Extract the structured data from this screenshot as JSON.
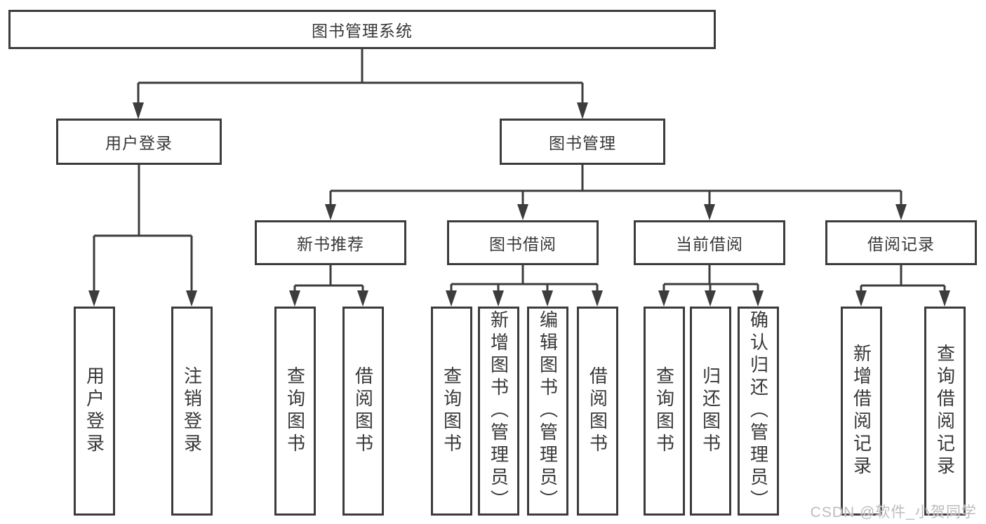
{
  "colors": {
    "line": "#3c3c3c",
    "text": "#383838",
    "bg": "#ffffff",
    "watermark": "#bcbcbc"
  },
  "tree": {
    "root": {
      "label": "图书管理系统",
      "children": [
        {
          "label": "用户登录",
          "children": [
            {
              "label": "用户登录"
            },
            {
              "label": "注销登录"
            }
          ]
        },
        {
          "label": "图书管理",
          "children": [
            {
              "label": "新书推荐",
              "children": [
                {
                  "label": "查询图书"
                },
                {
                  "label": "借阅图书"
                }
              ]
            },
            {
              "label": "图书借阅",
              "children": [
                {
                  "label": "查询图书"
                },
                {
                  "label": "新增图书（管理员）"
                },
                {
                  "label": "编辑图书（管理员）"
                },
                {
                  "label": "借阅图书"
                }
              ]
            },
            {
              "label": "当前借阅",
              "children": [
                {
                  "label": "查询图书"
                },
                {
                  "label": "归还图书"
                },
                {
                  "label": "确认归还（管理员）"
                }
              ]
            },
            {
              "label": "借阅记录",
              "children": [
                {
                  "label": "新增借阅记录"
                },
                {
                  "label": "查询借阅记录"
                }
              ]
            }
          ]
        }
      ]
    }
  },
  "watermark": {
    "text": "CSDN @软件_小贺同学"
  }
}
